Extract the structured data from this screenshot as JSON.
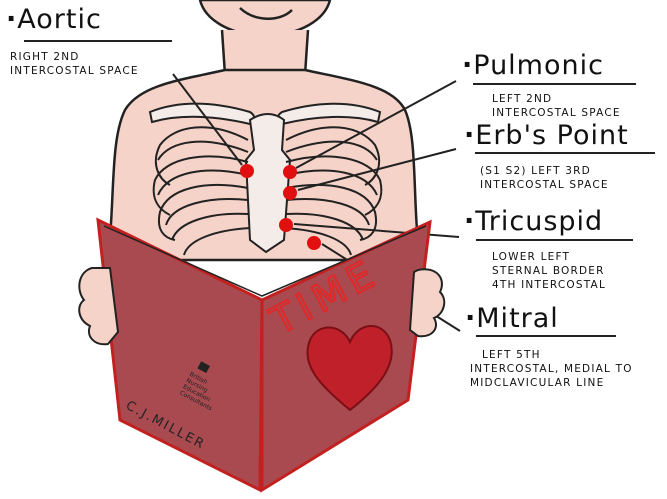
{
  "labels": {
    "aortic": {
      "title": "Aortic",
      "desc": [
        "Right 2nd",
        "Intercostal space"
      ]
    },
    "pulmonic": {
      "title": "Pulmonic",
      "desc": [
        "Left 2nd",
        "Intercostal space"
      ]
    },
    "erbs": {
      "title": "Erb's Point",
      "desc": [
        "(S1 S2) Left 3rd",
        "Intercostal space"
      ]
    },
    "tricuspid": {
      "title": "Tricuspid",
      "desc": [
        "Lower Left",
        "Sternal Border",
        "4th Intercostal"
      ]
    },
    "mitral": {
      "title": "Mitral",
      "desc": [
        "Left 5th",
        "Intercostal, Medial to",
        "Midclavicular line"
      ]
    }
  },
  "book": {
    "cover_word": "TIME",
    "author": "C.J.MILLER",
    "publisher_lines": [
      "British",
      "Nursing",
      "Education",
      "Consultants"
    ]
  },
  "colors": {
    "skin": "#f6d3c8",
    "book": "#a84a50",
    "book_dark": "#8e3a40",
    "dot": "#e01010",
    "heart": "#c0202a",
    "bone": "#f3ece8"
  }
}
